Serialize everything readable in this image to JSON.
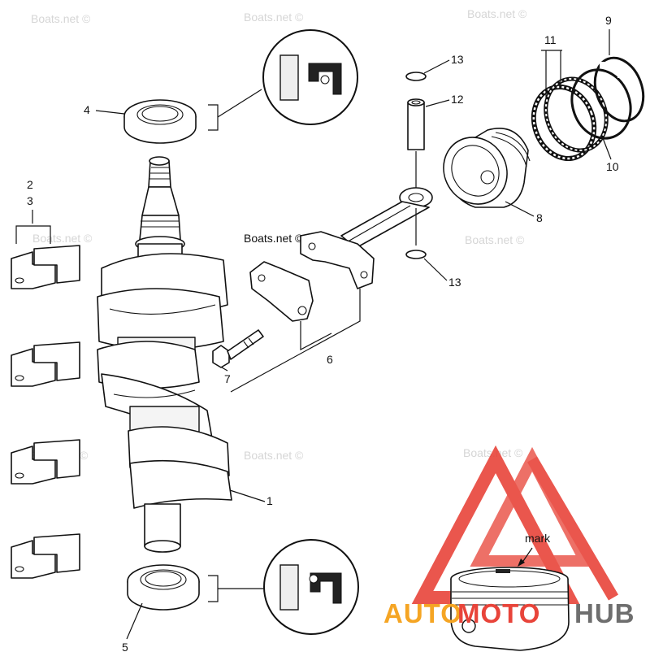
{
  "callouts": {
    "c1": "1",
    "c2": "2",
    "c3": "3",
    "c4": "4",
    "c5": "5",
    "c6": "6",
    "c7": "7",
    "c8": "8",
    "c9": "9",
    "c10": "10",
    "c11": "11",
    "c12": "12",
    "c13a": "13",
    "c13b": "13"
  },
  "mark_label": "mark",
  "watermark": {
    "text": "Boats.net ©",
    "text_plain": "Boats.net"
  },
  "logo": {
    "part1": "AUTO",
    "part2": "MOTO",
    "part3": "HUB",
    "color_orange": "#f5a524",
    "color_red": "#e8443a",
    "color_gray": "#6e6e6e"
  }
}
